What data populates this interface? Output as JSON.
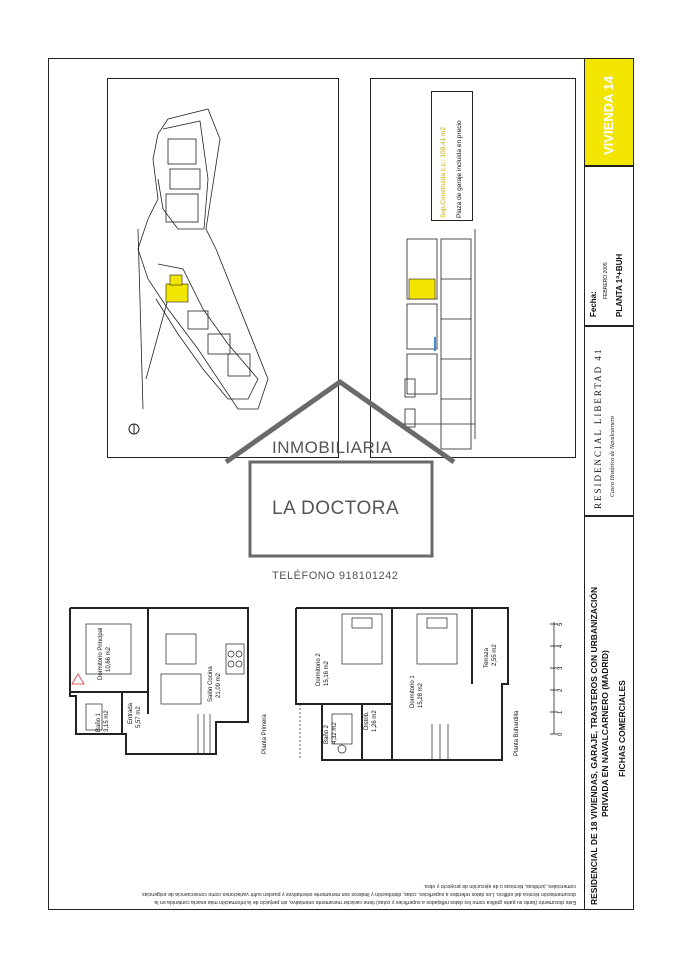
{
  "title_block": {
    "vivienda": "VIVIENDA 14",
    "planta": "PLANTA 1ª+BUH",
    "fecha_label": "Fecha:",
    "fecha": "FEBRERO 2005",
    "residencial": "RESIDENCIAL LIBERTAD 41",
    "casco": "Casco Histórico de Navalcarnero",
    "fichas": "FICHAS COMERCIALES",
    "project_line1": "RESIDENCIAL DE 18 VIVIENDAS, GARAJE, TRASTEROS CON URBANIZACIÓN",
    "project_line2": "PRIVADA EN NAVALCARNERO (MADRID)"
  },
  "surface_box": {
    "sup_construida": "Sup.Construida c.c.: 108,41 m2",
    "garaje": "Plaza de garaje incluida en precio"
  },
  "disclaimer": {
    "line1": "Este documento (tanto su parte gráfica como los datos reflejados a superficies y cotas) tiene carácter meramente orientativo, sin perjuicio de la información más exacta contenida en la",
    "line2": "documentación técnica del edificio. Los datos referidos a superficies, cotas, distribución y linderos son meramente orientativos y pueden sufrir variaciones como consecuencia de exigencias",
    "line3": "comerciales, jurídicas, técnicas o de ejecución de proyecto y obra."
  },
  "watermark": {
    "line1": "INMOBILIARIA",
    "line2": "LA DOCTORA",
    "phone": "TELÉFONO 918101242"
  },
  "plan_primera": {
    "caption": "Planta Primera",
    "rooms": [
      {
        "name": "Dormitorio Principal",
        "area": "10,66 m2"
      },
      {
        "name": "Salón Cocina",
        "area": "21,09 m2"
      },
      {
        "name": "Entrada",
        "area": "5,57 m2"
      },
      {
        "name": "Baño 1",
        "area": "3,15 m2"
      }
    ]
  },
  "plan_buhardilla": {
    "caption": "Planta Buhardilla",
    "rooms": [
      {
        "name": "Dormitorio 2",
        "area": "15,16 m2"
      },
      {
        "name": "Dormitorio 1",
        "area": "15,28 m2"
      },
      {
        "name": "Terraza",
        "area": "2,55 m2"
      },
      {
        "name": "Baño 2",
        "area": "4,32 m2"
      },
      {
        "name": "Distrib.",
        "area": "1,26 m2"
      }
    ]
  },
  "scale": {
    "ticks": [
      "0",
      "1",
      "2",
      "3",
      "4",
      "5"
    ]
  },
  "colors": {
    "highlight": "#f2e600",
    "line": "#222222",
    "watermark": "#6a6a6a",
    "stair_blue": "#3b8fe0"
  }
}
